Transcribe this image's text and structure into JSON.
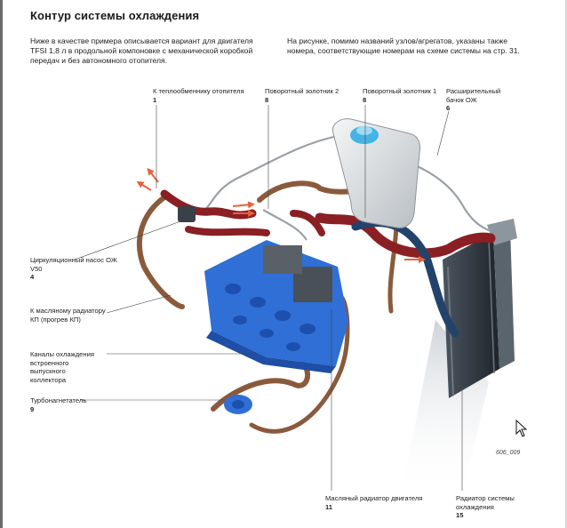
{
  "title": "Контур системы охлаждения",
  "intro_left": "Ниже в качестве примера описывается вариант для двигателя TFSI 1,8 л в продольной компоновке с механической коробкой передач и без автономного отопителя.",
  "intro_right": "На рисунке, помимо названий узлов/агрегатов, указаны также номера, соответствующие номерам на схеме системы на стр. 31.",
  "labels": {
    "heater_core": {
      "text": "К теплообменнику отопителя",
      "num": "1"
    },
    "rotary_valve_2": {
      "text": "Поворотный золотник 2",
      "num": "8"
    },
    "rotary_valve_1": {
      "text": "Поворотный золотник 1",
      "num": "8"
    },
    "expansion_tank": {
      "text": "Расширительный бачок ОЖ",
      "num": "6"
    },
    "circulation_pump": {
      "text": "Циркуляционный насос ОЖ V50",
      "num": "4"
    },
    "gearbox_cooler": {
      "text": "К масляному радиатору КП (прогрев КП)",
      "num": ""
    },
    "exhaust_channels": {
      "text": "Каналы охлаждения встроенного выпускного коллектора",
      "num": ""
    },
    "turbocharger": {
      "text": "Турбонагнетатель",
      "num": "9"
    },
    "engine_oil_cooler": {
      "text": "Масляный радиатор двигателя",
      "num": "11"
    },
    "radiator": {
      "text": "Радиатор системы охлаждения",
      "num": "15"
    }
  },
  "figure_id": "606_009",
  "colors": {
    "hot_hose": "#8a1f24",
    "cooled_hose": "#8a5a3c",
    "engine_blue": "#2f6fd6",
    "radiator_dark": "#3b4650",
    "flow_arrow": "#e8603a",
    "return_hose": "#24436b"
  }
}
